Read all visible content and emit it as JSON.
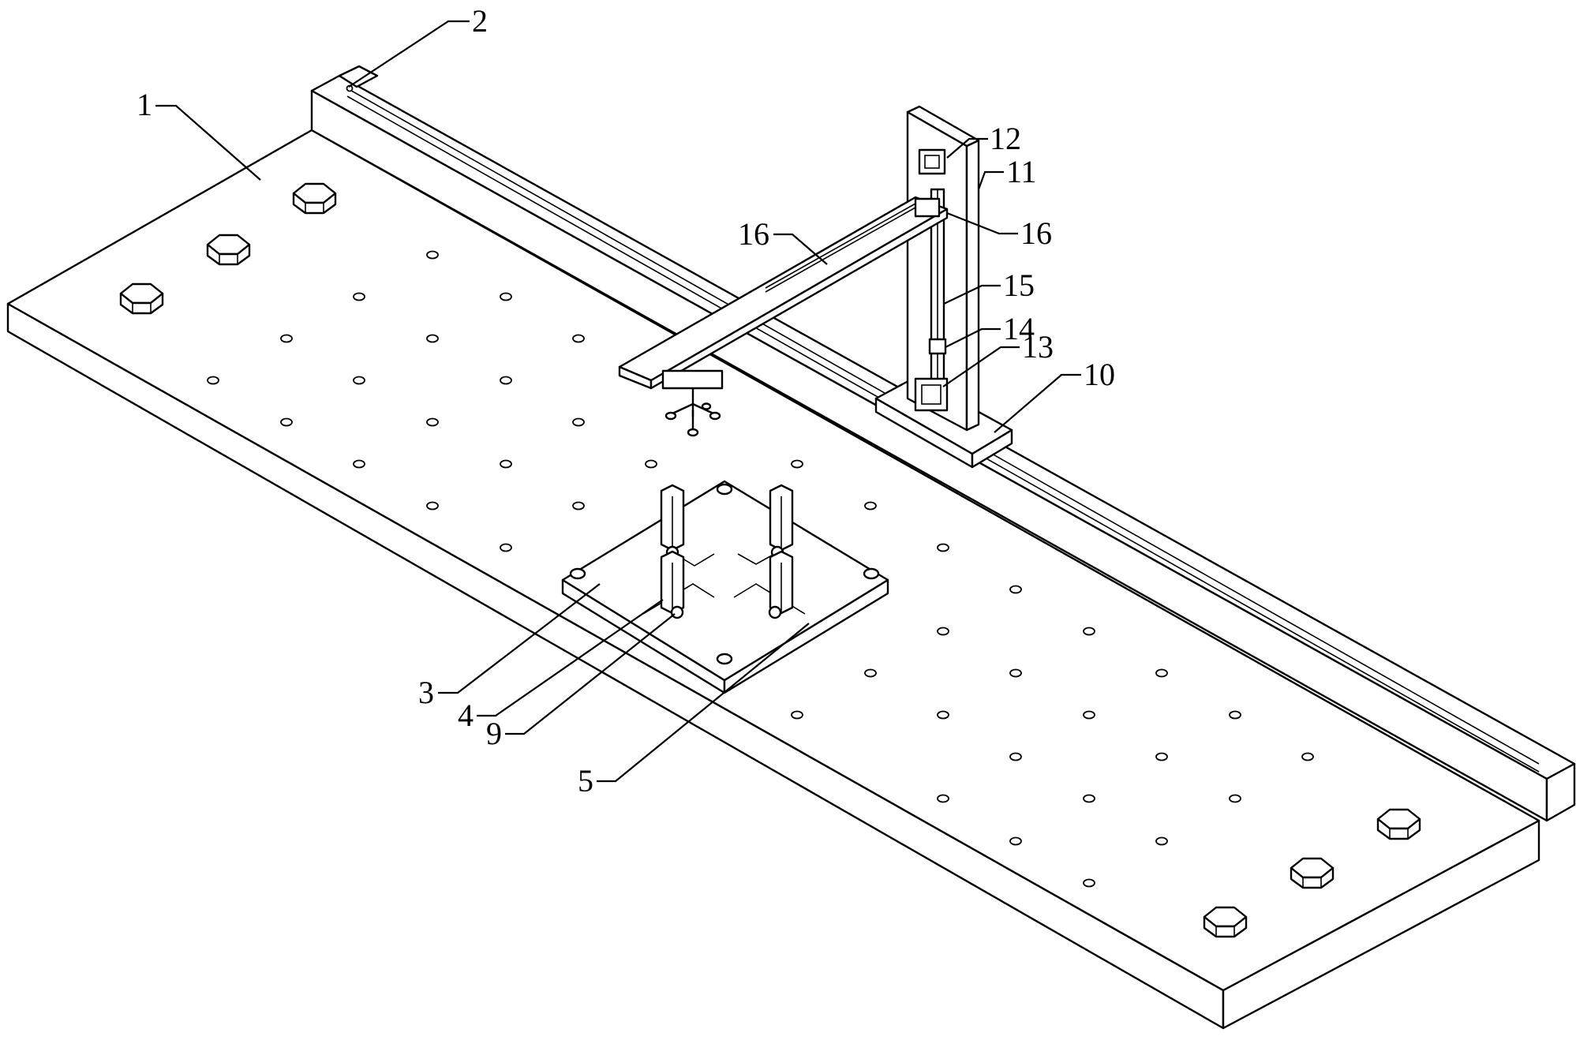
{
  "labels": {
    "l1": "1",
    "l2": "2",
    "l3": "3",
    "l4": "4",
    "l5": "5",
    "l9": "9",
    "l10": "10",
    "l11": "11",
    "l12": "12",
    "l13": "13",
    "l14": "14",
    "l15": "15",
    "l16a": "16",
    "l16b": "16"
  }
}
